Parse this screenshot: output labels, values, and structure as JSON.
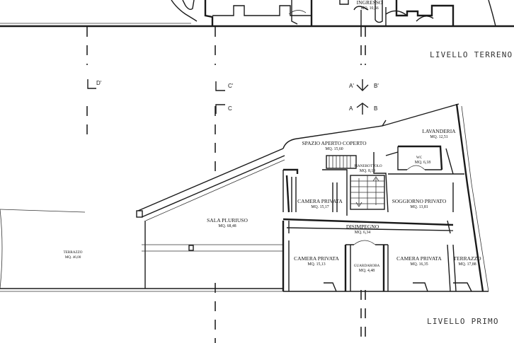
{
  "levels": {
    "ground": "LIVELLO TERRENO",
    "first": "LIVELLO PRIMO"
  },
  "sections": {
    "a": "A",
    "a_prime": "A'",
    "b": "B",
    "b_prime": "B'",
    "c": "C",
    "c_prime": "C'",
    "d_prime": "D'"
  },
  "rooms": {
    "ingresso": {
      "name": "INGRESSO",
      "area": "MQ. 10,56"
    },
    "lavanderia": {
      "name": "LAVANDERIA",
      "area": "MQ. 12,51"
    },
    "spazio": {
      "name": "SPAZIO APERTO COPERTO",
      "area": "MQ. 15,60"
    },
    "wc": {
      "name": "WC",
      "area": "MQ. 6,18"
    },
    "pianerottolo": {
      "name": "PIANEROTTOLO",
      "area": "MQ. 8,10"
    },
    "camera1": {
      "name": "CAMERA PRIVATA",
      "area": "MQ. 15,17"
    },
    "soggiorno": {
      "name": "SOGGIORNO PRIVATO",
      "area": "MQ. 13,81"
    },
    "sala": {
      "name": "SALA PLURIUSO",
      "area": "MQ. 68,48"
    },
    "disimpegno": {
      "name": "DISIMPEGNO",
      "area": "MQ. 6,34"
    },
    "terrazzo_left": {
      "name": "TERRAZZO",
      "area": "MQ. 46,00"
    },
    "camera2": {
      "name": "CAMERA PRIVATA",
      "area": "MQ. 15,13"
    },
    "guardaroba": {
      "name": "GUARDAROBA",
      "area": "MQ. 4,48"
    },
    "camera3": {
      "name": "CAMERA PRIVATA",
      "area": "MQ. 16,35"
    },
    "terrazzo_right": {
      "name": "TERRAZZO",
      "area": "MQ. 17,88"
    }
  }
}
